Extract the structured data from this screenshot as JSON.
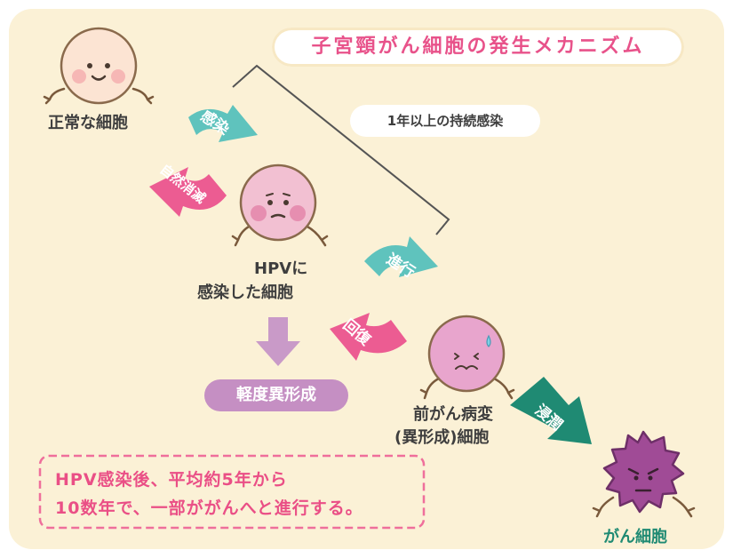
{
  "title": "子宮頸がん細胞の発生メカニズム",
  "stages": {
    "normal": "正常な細胞",
    "infected_line1": "HPVに",
    "infected_line2": "感染した細胞",
    "precancer_line1": "前がん病変",
    "precancer_line2": "(異形成)細胞",
    "cancer": "がん細胞"
  },
  "arrows": {
    "infection": "感染",
    "natural_clearance": "自然消滅",
    "progression": "進行",
    "regression": "回復",
    "invasion": "浸潤"
  },
  "persistent_label": "1年以上の持続感染",
  "mild_dysplasia": "軽度異形成",
  "note": {
    "line1": "HPV感染後、平均約5年から",
    "line2": "10数年で、一部ががんへと進行する。"
  },
  "colors": {
    "background": "#fbf1d6",
    "title": "#e8528a",
    "teal": "#5fc3bd",
    "pink": "#ec5c92",
    "dark_teal": "#1f8a73",
    "lavender": "#c58fc3",
    "note_border": "#ef6f9b"
  }
}
